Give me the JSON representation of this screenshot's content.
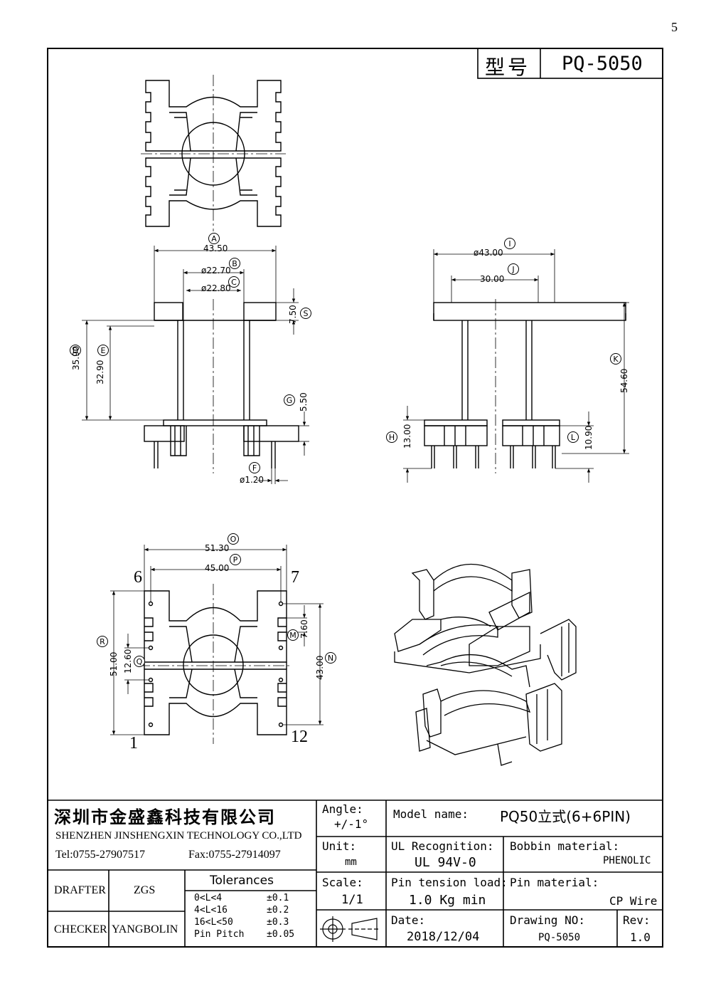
{
  "page_mark": "5",
  "header": {
    "model_label": "型号",
    "model_value": "PQ-5050"
  },
  "dims": {
    "A": "43.50",
    "B": "ø22.70",
    "C": "ø22.80",
    "D": "35.90",
    "E": "32.90",
    "F": "ø1.20",
    "G": "5.50",
    "S": "7.50",
    "I": "ø43.00",
    "J": "30.00",
    "K": "54.60",
    "H": "13.00",
    "L": "10.90",
    "O": "51.30",
    "P": "45.00",
    "R": "51.00",
    "Q": "12.60",
    "M": "7.60",
    "N": "43.00"
  },
  "circle_labels": [
    "A",
    "B",
    "C",
    "D",
    "E",
    "F",
    "G",
    "S",
    "I",
    "J",
    "K",
    "H",
    "L",
    "O",
    "P",
    "R",
    "Q",
    "M",
    "N"
  ],
  "pins": {
    "p6": "6",
    "p7": "7",
    "p1": "1",
    "p12": "12"
  },
  "title_block": {
    "company_cn": "深圳市金盛鑫科技有限公司",
    "company_en": "SHENZHEN JINSHENGXIN TECHNOLOGY CO.,LTD",
    "tel": "Tel:0755-27907517",
    "fax": "Fax:0755-27914097",
    "angle_label": "Angle:",
    "angle_value": "+/-1°",
    "unit_label": "Unit:",
    "unit_value": "mm",
    "scale_label": "Scale:",
    "scale_value": "1/1",
    "model_name_label": "Model name:",
    "model_name_value": "PQ50立式(6+6PIN)",
    "ul_label": "UL Recognition:",
    "ul_value": "UL 94V-0",
    "bobbin_label": "Bobbin material:",
    "bobbin_value": "PHENOLIC",
    "pin_tension_label": "Pin tension load:",
    "pin_tension_value": "1.0 Kg min",
    "pin_material_label": "Pin material:",
    "pin_material_value": "CP Wire",
    "date_label": "Date:",
    "date_value": "2018/12/04",
    "drawing_no_label": "Drawing NO:",
    "drawing_no_value": "PQ-5050",
    "rev_label": "Rev:",
    "rev_value": "1.0",
    "drafter_label": "DRAFTER",
    "drafter_value": "ZGS",
    "checker_label": "CHECKER",
    "checker_value": "YANGBOLIN",
    "tolerances_title": "Tolerances",
    "tolerances": [
      {
        "range": "0<L<4",
        "value": "±0.1"
      },
      {
        "range": "4<L<16",
        "value": "±0.2"
      },
      {
        "range": "16<L<50",
        "value": "±0.3"
      },
      {
        "range": "Pin Pitch",
        "value": "±0.05"
      }
    ]
  }
}
